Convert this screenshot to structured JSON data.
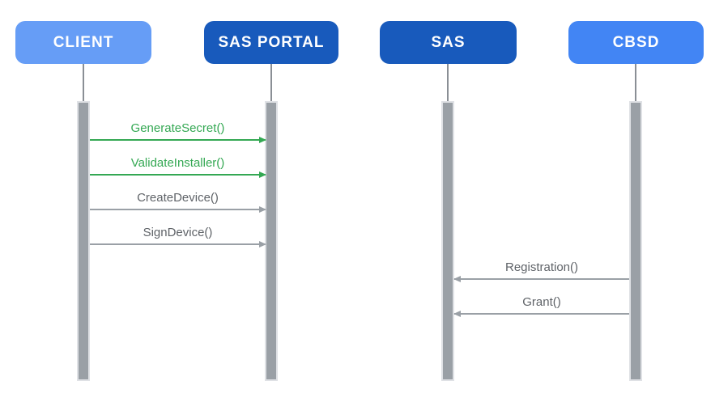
{
  "diagram": {
    "actors": [
      {
        "label": "CLIENT",
        "fill": "#669DF6",
        "text_color": "#FFFFFF"
      },
      {
        "label": "SAS PORTAL",
        "fill": "#185ABC",
        "text_color": "#FFFFFF"
      },
      {
        "label": "SAS",
        "fill": "#185ABC",
        "text_color": "#FFFFFF"
      },
      {
        "label": "CBSD",
        "fill": "#4285F4",
        "text_color": "#FFFFFF"
      }
    ],
    "messages": [
      {
        "label": "GenerateSecret()",
        "from": "CLIENT",
        "to": "SAS PORTAL",
        "direction": "right",
        "label_color": "#34A853",
        "line_color": "#34A853"
      },
      {
        "label": "ValidateInstaller()",
        "from": "CLIENT",
        "to": "SAS PORTAL",
        "direction": "right",
        "label_color": "#34A853",
        "line_color": "#34A853"
      },
      {
        "label": "CreateDevice()",
        "from": "CLIENT",
        "to": "SAS PORTAL",
        "direction": "right",
        "label_color": "#5F6368",
        "line_color": "#9AA0A6"
      },
      {
        "label": "SignDevice()",
        "from": "CLIENT",
        "to": "SAS PORTAL",
        "direction": "right",
        "label_color": "#5F6368",
        "line_color": "#9AA0A6"
      },
      {
        "label": "Registration()",
        "from": "CBSD",
        "to": "SAS",
        "direction": "left",
        "label_color": "#5F6368",
        "line_color": "#9AA0A6"
      },
      {
        "label": "Grant()",
        "from": "CBSD",
        "to": "SAS",
        "direction": "left",
        "label_color": "#5F6368",
        "line_color": "#9AA0A6"
      }
    ],
    "styles": {
      "background": "#FFFFFF",
      "lifeline_color": "#8A8F95",
      "activation_fill": "#9AA0A6",
      "activation_border": "#DFE1E5"
    }
  }
}
